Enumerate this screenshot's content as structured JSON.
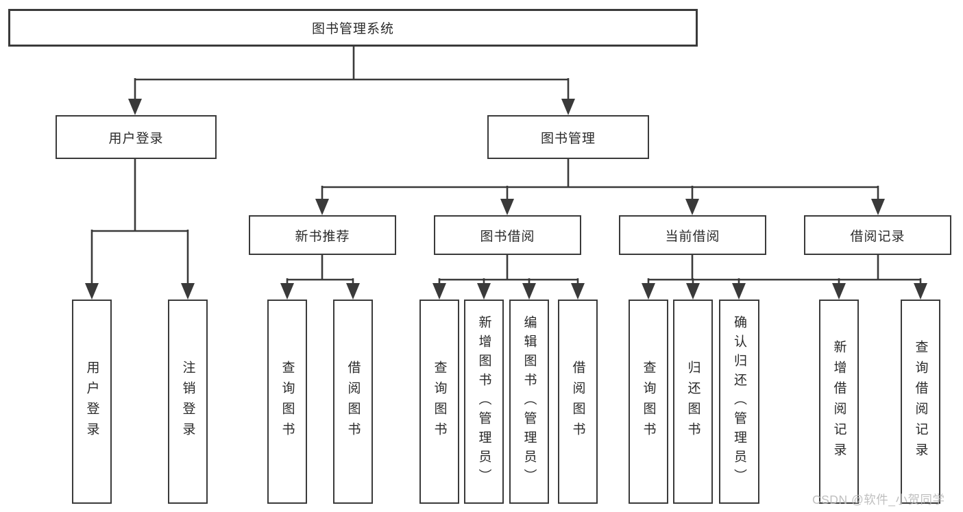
{
  "colors": {
    "line": "#3a3a3a",
    "box_border": "#3a3a3a",
    "text": "#2a2a2a",
    "watermark": "#b9b9b9",
    "background": "#ffffff"
  },
  "watermark": "CSDN @软件_小贺同学",
  "tree": {
    "root": {
      "label": "图书管理系统"
    },
    "branches": [
      {
        "label": "用户登录",
        "children": [
          "用户登录",
          "注销登录"
        ]
      },
      {
        "label": "图书管理",
        "groups": [
          {
            "label": "新书推荐",
            "children": [
              "查询图书",
              "借阅图书"
            ]
          },
          {
            "label": "图书借阅",
            "children": [
              "查询图书",
              "新增图书（管理员）",
              "编辑图书（管理员）",
              "借阅图书"
            ]
          },
          {
            "label": "当前借阅",
            "children": [
              "查询图书",
              "归还图书",
              "确认归还（管理员）"
            ]
          },
          {
            "label": "借阅记录",
            "children": [
              "新增借阅记录",
              "查询借阅记录"
            ]
          }
        ]
      }
    ]
  }
}
